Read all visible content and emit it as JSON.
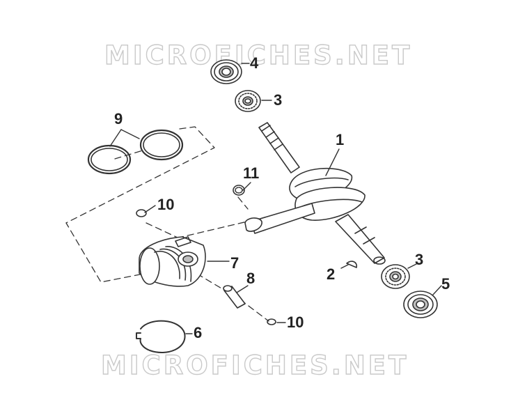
{
  "watermark": {
    "top_text": "MICROFICHES.NET",
    "bottom_text": "MICROFICHES.NET",
    "color": "#c9c9c9"
  },
  "callouts": {
    "c1": "1",
    "c2": "2",
    "c3a": "3",
    "c3b": "3",
    "c4": "4",
    "c5": "5",
    "c6": "6",
    "c7": "7",
    "c8": "8",
    "c9": "9",
    "c10a": "10",
    "c10b": "10",
    "c11": "11"
  },
  "colors": {
    "line": "#333333",
    "part_fill": "#ffffff",
    "shade": "#bfbfbf"
  }
}
